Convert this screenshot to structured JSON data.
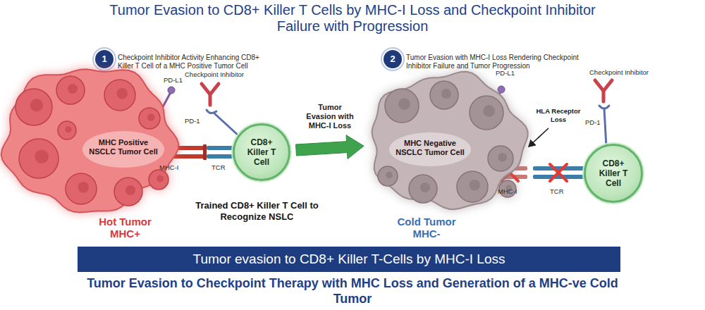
{
  "diagram": {
    "title": "Tumor Evasion to CD8+ Killer T Cells by MHC-I Loss and Checkpoint Inhibitor Failure with Progression",
    "caption": "Tumor Evasion to Checkpoint Therapy with MHC Loss and Generation of a MHC-ve Cold Tumor",
    "nodes": [
      {
        "text": [
          "1"
        ]
      },
      {
        "text": [
          "MHC Positive NSCLC Tumor Cell"
        ]
      },
      {
        "text": [
          "CD8+ Killer T Cell"
        ]
      },
      {
        "text": [
          "2"
        ]
      },
      {
        "text": [
          "MHC Negative NSCLC Tumor Cell"
        ]
      },
      {
        "text": [
          "CD8+ Killer T Cell"
        ]
      },
      {
        "text": [
          "Tumor evasion to CD8+ Killer T-Cells by MHC-I Loss"
        ]
      }
    ],
    "edges": [
      {
        "from": 2,
        "to": 4,
        "arrow": "to",
        "label": "Tumor Evasion with MHC-I Loss"
      }
    ],
    "labels": [
      "Checkpoint Inhibitor Activity Enhancing CD8+ Killer T Cell of a MHC Positive Tumor Cell",
      "PD-L1",
      "Checkpoint Inhibitor",
      "PD-1",
      "MHC-I",
      "TCR",
      "Trained CD8+ Killer T Cell to Recognize NSLC",
      "Hot Tumor MHC+",
      "Tumor Evasion with MHC-I Loss Rendering Checkpoint Inhibitor Failure and Tumor Progression",
      "PD-L1",
      "Checkpoint Inhibitor",
      "HLA Receptor Loss",
      "PD-1",
      "MHC-I",
      "TCR",
      "Cold Tumor MHC-"
    ]
  }
}
